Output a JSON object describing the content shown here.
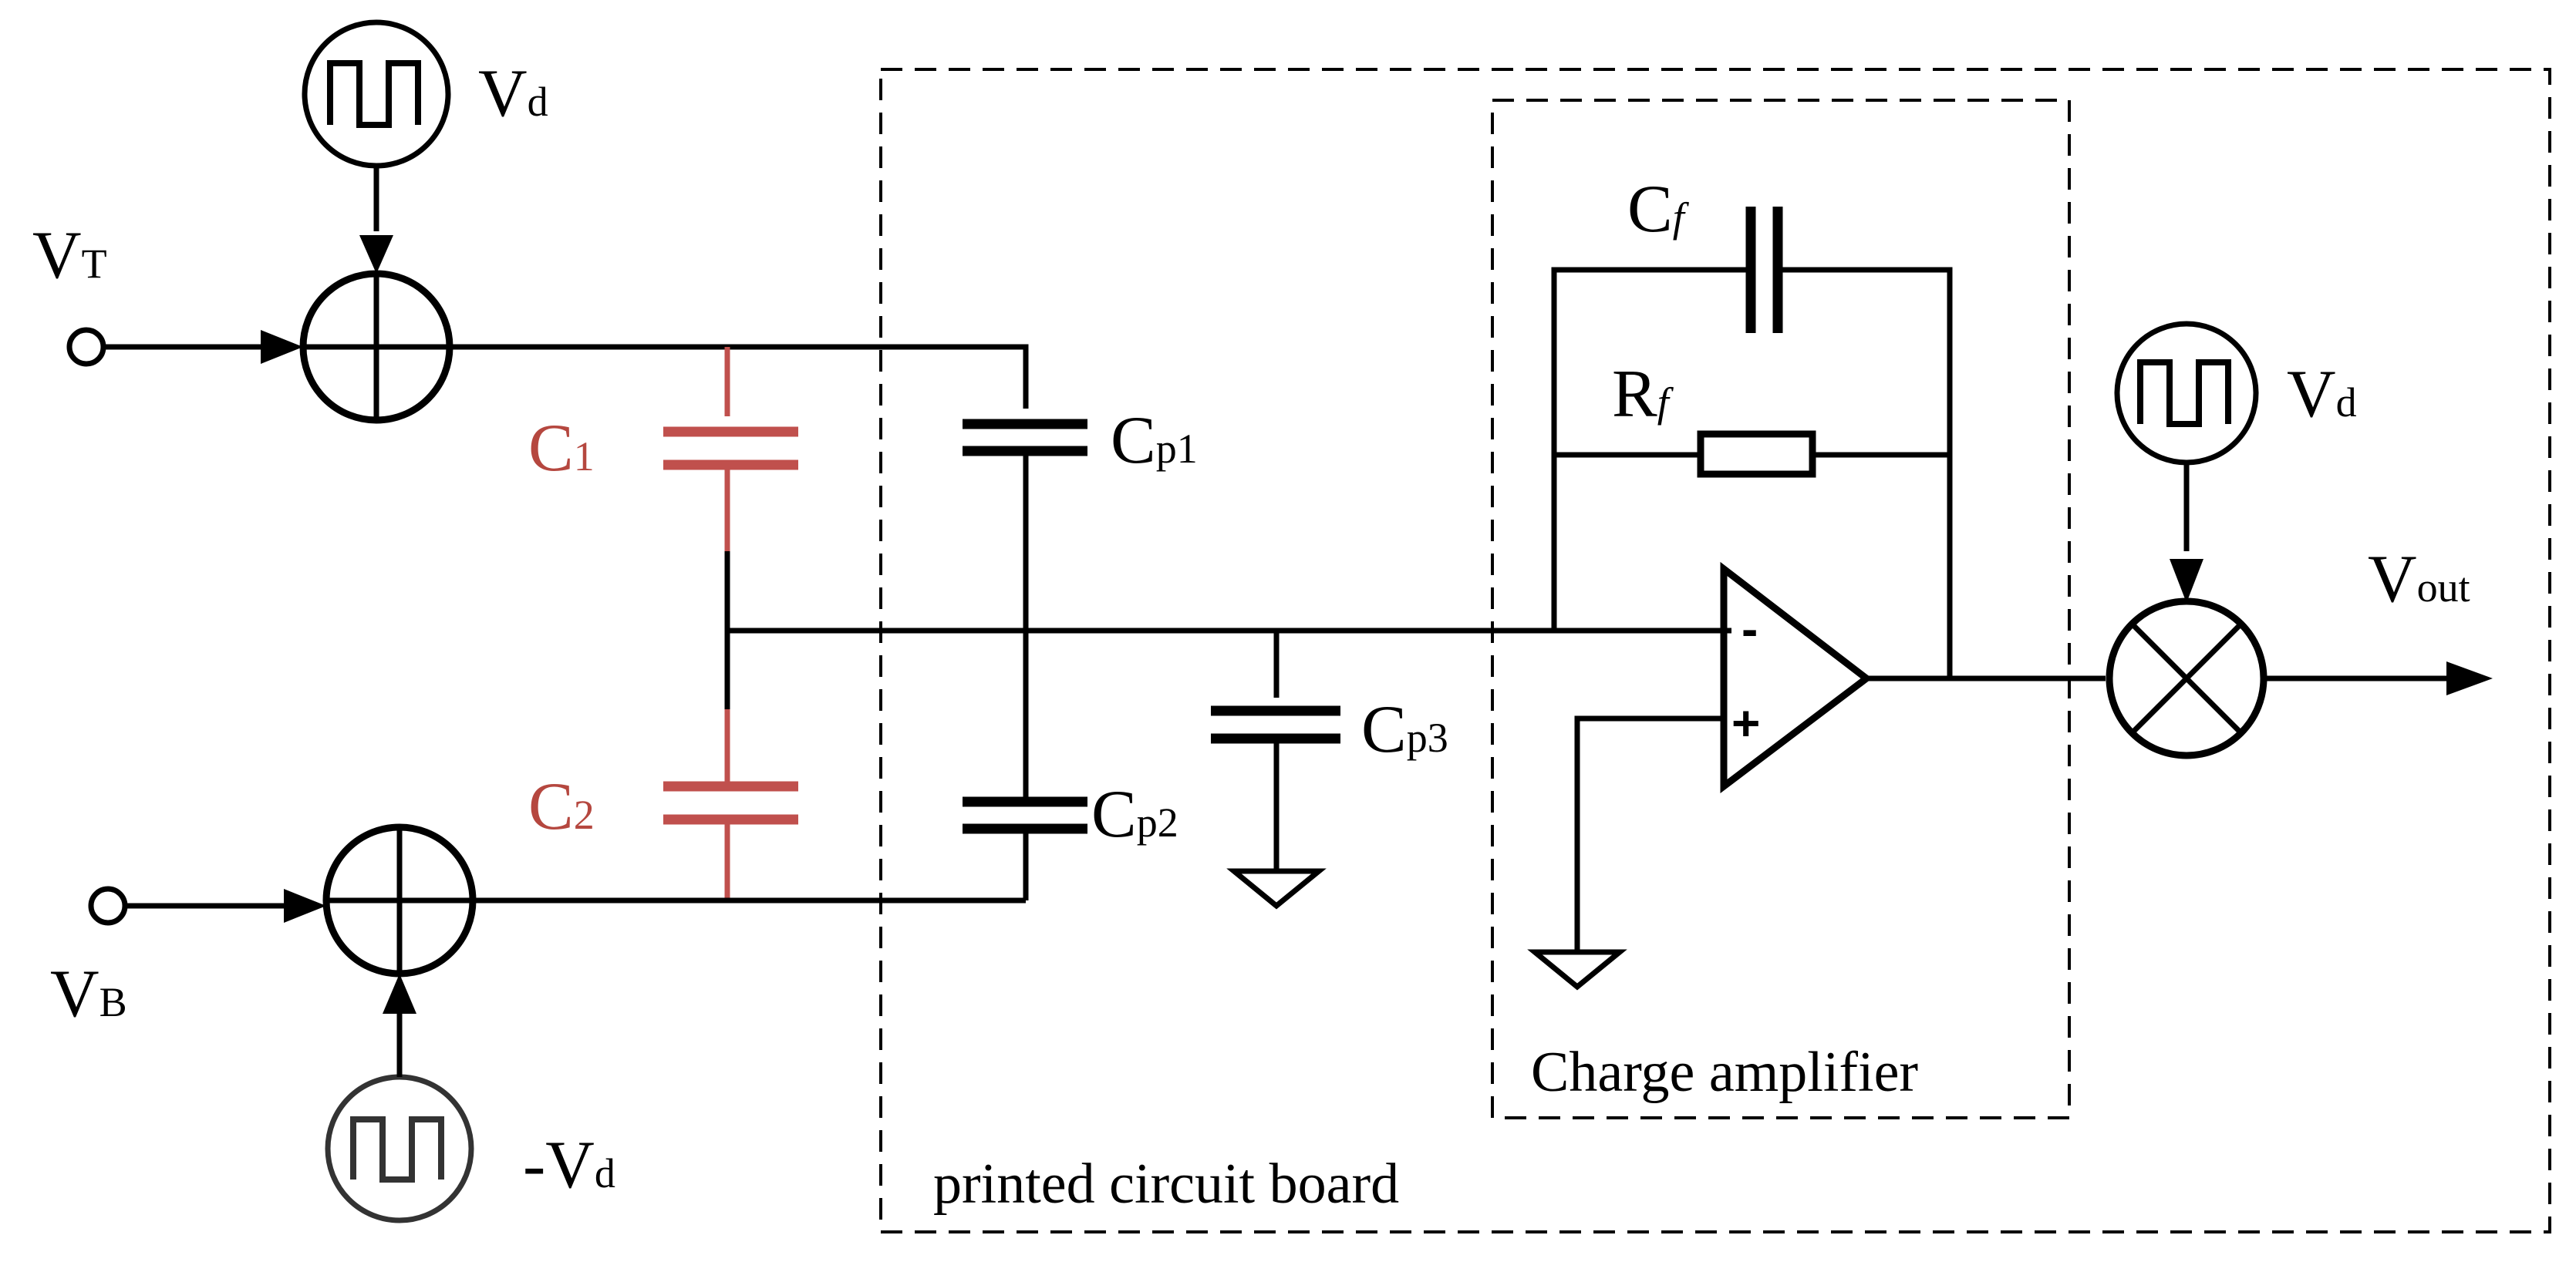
{
  "labels": {
    "vt_main": "V",
    "vt_sub": "T",
    "vb_main": "V",
    "vb_sub": "B",
    "vd_top_main": "V",
    "vd_top_sub": "d",
    "vd_bot_main": "-V",
    "vd_bot_sub": "d",
    "vd_right_main": "V",
    "vd_right_sub": "d",
    "c1_main": "C",
    "c1_sub": "1",
    "c2_main": "C",
    "c2_sub": "2",
    "cp1_main": "C",
    "cp1_sub": "p1",
    "cp2_main": "C",
    "cp2_sub": "p2",
    "cp3_main": "C",
    "cp3_sub": "p3",
    "cf_main": "C",
    "cf_sub": "f",
    "rf_main": "R",
    "rf_sub": "f",
    "vout_main": "V",
    "vout_sub": "out",
    "opamp_minus": "-",
    "opamp_plus": "+"
  },
  "boxes": {
    "charge_amplifier": "Charge amplifier",
    "pcb": "printed circuit board"
  },
  "colors": {
    "wire": "#000000",
    "sensor_capacitors": "#c0504d"
  },
  "icons": [
    "square-wave-source-icon",
    "summing-junction-icon",
    "multiplier-icon",
    "ground-icon",
    "op-amp-icon"
  ]
}
